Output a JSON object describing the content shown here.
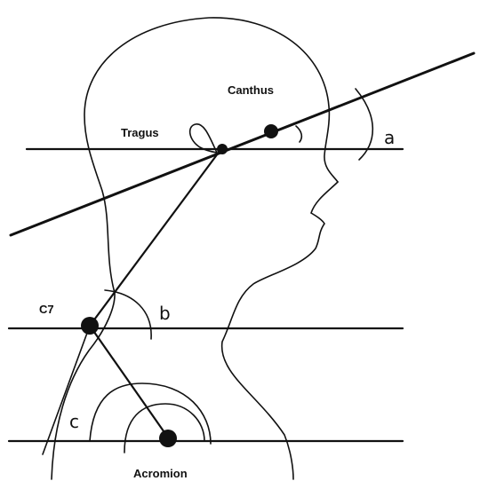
{
  "labels": {
    "canthus": "Canthus",
    "tragus": "Tragus",
    "c7": "C7",
    "acromion": "Acromion"
  },
  "angles": {
    "a": "a",
    "b": "b",
    "c": "c"
  }
}
